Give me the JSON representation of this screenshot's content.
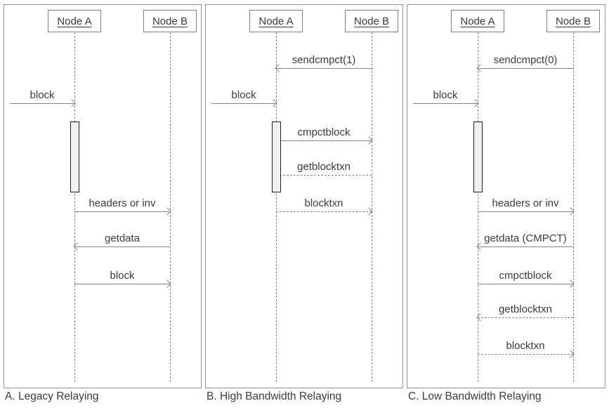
{
  "colors": {
    "background": "#ffffff",
    "panel_border": "#919191",
    "node_border": "#7f7f7f",
    "line": "#858585",
    "text": "#3b3b3b",
    "activation_fill": "#f0f0f0",
    "activation_border": "#1f1f1f"
  },
  "panels": [
    {
      "caption": "A. Legacy Relaying",
      "node_a": "Node A",
      "node_b": "Node B",
      "messages": [
        {
          "label": "block",
          "from": "network",
          "to": "Node A",
          "style": "solid"
        },
        {
          "label": "headers or inv",
          "from": "Node A",
          "to": "Node B",
          "style": "solid"
        },
        {
          "label": "getdata",
          "from": "Node B",
          "to": "Node A",
          "style": "solid"
        },
        {
          "label": "block",
          "from": "Node A",
          "to": "Node B",
          "style": "solid"
        }
      ]
    },
    {
      "caption": "B. High Bandwidth Relaying",
      "node_a": "Node A",
      "node_b": "Node B",
      "messages": [
        {
          "label": "sendcmpct(1)",
          "from": "Node B",
          "to": "Node A",
          "style": "solid"
        },
        {
          "label": "block",
          "from": "network",
          "to": "Node A",
          "style": "solid"
        },
        {
          "label": "cmpctblock",
          "from": "Node A",
          "to": "Node B",
          "style": "solid"
        },
        {
          "label": "getblocktxn",
          "from": "Node B",
          "to": "Node A",
          "style": "dashed"
        },
        {
          "label": "blocktxn",
          "from": "Node A",
          "to": "Node B",
          "style": "dashed"
        }
      ]
    },
    {
      "caption": "C. Low Bandwidth Relaying",
      "node_a": "Node A",
      "node_b": "Node B",
      "messages": [
        {
          "label": "sendcmpct(0)",
          "from": "Node B",
          "to": "Node A",
          "style": "solid"
        },
        {
          "label": "block",
          "from": "network",
          "to": "Node A",
          "style": "solid"
        },
        {
          "label": "headers or inv",
          "from": "Node A",
          "to": "Node B",
          "style": "solid"
        },
        {
          "label": "getdata (CMPCT)",
          "from": "Node B",
          "to": "Node A",
          "style": "solid"
        },
        {
          "label": "cmpctblock",
          "from": "Node A",
          "to": "Node B",
          "style": "solid"
        },
        {
          "label": "getblocktxn",
          "from": "Node B",
          "to": "Node A",
          "style": "dashed"
        },
        {
          "label": "blocktxn",
          "from": "Node A",
          "to": "Node B",
          "style": "dashed"
        }
      ]
    }
  ]
}
